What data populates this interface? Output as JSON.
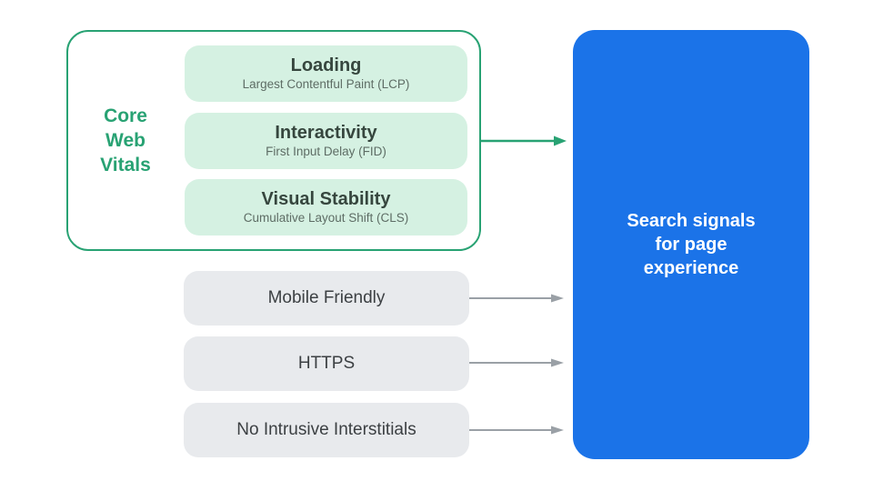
{
  "colors": {
    "background": "#FFFFFF",
    "green": "#28A273",
    "green_light": "#D5F1E2",
    "blue": "#1B73E8",
    "gray_card": "#E8EAED",
    "gray_arrow": "#9AA0A6",
    "card_title": "#36463E",
    "card_subtitle": "#5E6D65",
    "label_dark": "#3C4043",
    "result_text": "#FFFFFF"
  },
  "core_web_vitals": {
    "label_lines": [
      "Core",
      "Web",
      "Vitals"
    ],
    "vitals": [
      {
        "title": "Loading",
        "subtitle": "Largest Contentful Paint (LCP)"
      },
      {
        "title": "Interactivity",
        "subtitle": "First Input Delay (FID)"
      },
      {
        "title": "Visual Stability",
        "subtitle": "Cumulative Layout Shift (CLS)"
      }
    ]
  },
  "other_signals": [
    {
      "label": "Mobile Friendly"
    },
    {
      "label": "HTTPS"
    },
    {
      "label": "No Intrusive Interstitials"
    }
  ],
  "result_box": {
    "lines": [
      "Search signals",
      "for page",
      "experience"
    ]
  }
}
